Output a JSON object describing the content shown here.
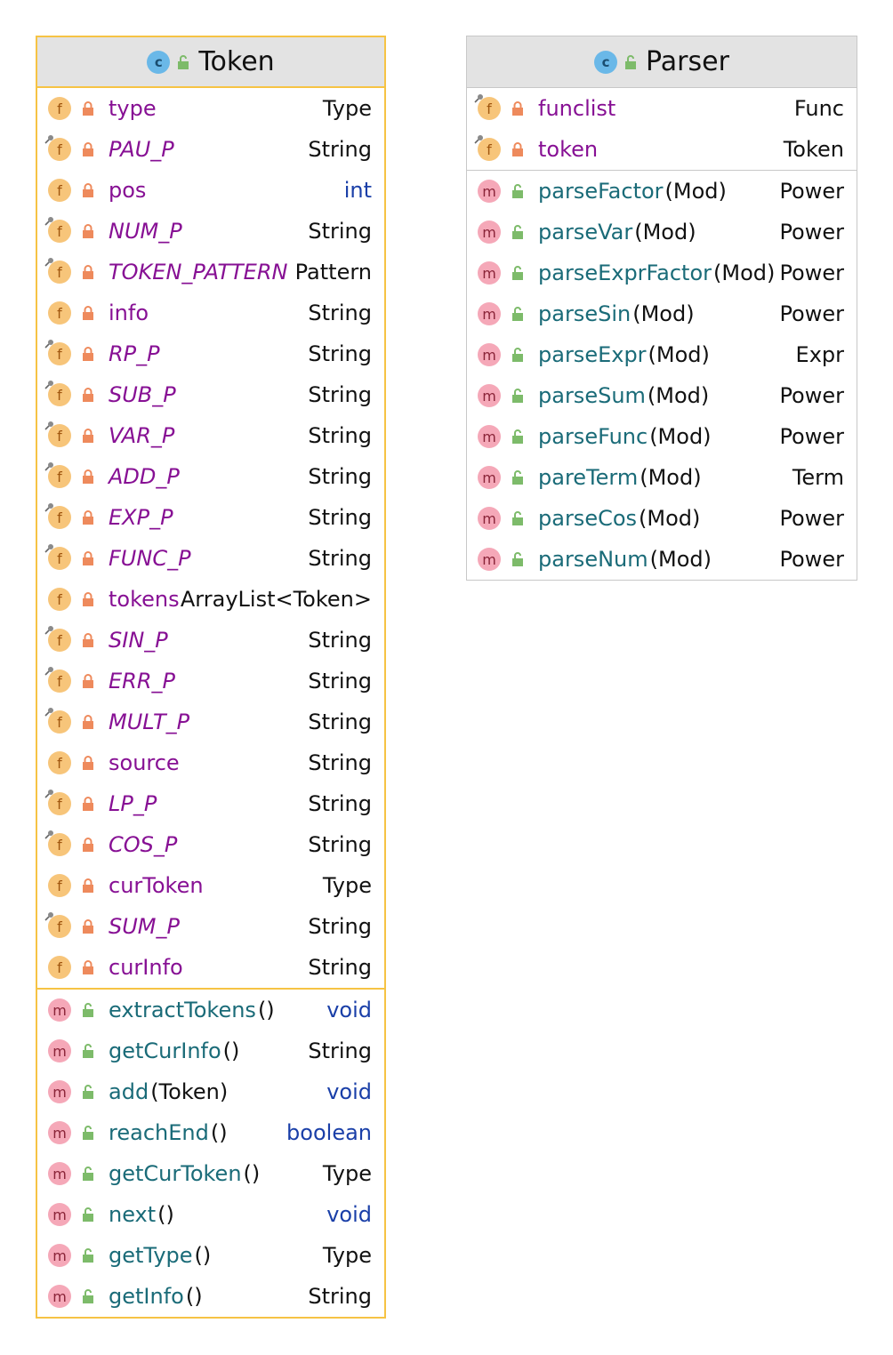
{
  "token_class": {
    "kind_icon": "class-icon",
    "kind_letter": "c",
    "title": "Token",
    "fields": [
      {
        "name": "type",
        "type": "Type",
        "static": false
      },
      {
        "name": "PAU_P",
        "type": "String",
        "static": true
      },
      {
        "name": "pos",
        "type": "int",
        "static": false,
        "type_kw": true
      },
      {
        "name": "NUM_P",
        "type": "String",
        "static": true
      },
      {
        "name": "TOKEN_PATTERN",
        "type": "Pattern",
        "static": true
      },
      {
        "name": "info",
        "type": "String",
        "static": false
      },
      {
        "name": "RP_P",
        "type": "String",
        "static": true
      },
      {
        "name": "SUB_P",
        "type": "String",
        "static": true
      },
      {
        "name": "VAR_P",
        "type": "String",
        "static": true
      },
      {
        "name": "ADD_P",
        "type": "String",
        "static": true
      },
      {
        "name": "EXP_P",
        "type": "String",
        "static": true
      },
      {
        "name": "FUNC_P",
        "type": "String",
        "static": true
      },
      {
        "name": "tokens",
        "type": "ArrayList<Token>",
        "static": false
      },
      {
        "name": "SIN_P",
        "type": "String",
        "static": true
      },
      {
        "name": "ERR_P",
        "type": "String",
        "static": true
      },
      {
        "name": "MULT_P",
        "type": "String",
        "static": true
      },
      {
        "name": "source",
        "type": "String",
        "static": false
      },
      {
        "name": "LP_P",
        "type": "String",
        "static": true
      },
      {
        "name": "COS_P",
        "type": "String",
        "static": true
      },
      {
        "name": "curToken",
        "type": "Type",
        "static": false
      },
      {
        "name": "SUM_P",
        "type": "String",
        "static": true
      },
      {
        "name": "curInfo",
        "type": "String",
        "static": false
      }
    ],
    "methods": [
      {
        "name": "extractTokens",
        "params": "()",
        "type": "void",
        "type_kw": true
      },
      {
        "name": "getCurInfo",
        "params": "()",
        "type": "String"
      },
      {
        "name": "add",
        "params": "(Token)",
        "type": "void",
        "type_kw": true
      },
      {
        "name": "reachEnd",
        "params": "()",
        "type": "boolean",
        "type_kw": true
      },
      {
        "name": "getCurToken",
        "params": "()",
        "type": "Type"
      },
      {
        "name": "next",
        "params": "()",
        "type": "void",
        "type_kw": true
      },
      {
        "name": "getType",
        "params": "()",
        "type": "Type"
      },
      {
        "name": "getInfo",
        "params": "()",
        "type": "String"
      }
    ]
  },
  "parser_class": {
    "kind_icon": "class-icon",
    "kind_letter": "c",
    "title": "Parser",
    "fields": [
      {
        "name": "funclist",
        "type": "Func",
        "static": false,
        "final": true
      },
      {
        "name": "token",
        "type": "Token",
        "static": false,
        "final": true
      }
    ],
    "methods": [
      {
        "name": "parseFactor",
        "params": "(Mod)",
        "type": "Power"
      },
      {
        "name": "parseVar",
        "params": "(Mod)",
        "type": "Power"
      },
      {
        "name": "parseExprFactor",
        "params": "(Mod)",
        "type": "Power"
      },
      {
        "name": "parseSin",
        "params": "(Mod)",
        "type": "Power"
      },
      {
        "name": "parseExpr",
        "params": "(Mod)",
        "type": "Expr"
      },
      {
        "name": "parseSum",
        "params": "(Mod)",
        "type": "Power"
      },
      {
        "name": "parseFunc",
        "params": "(Mod)",
        "type": "Power"
      },
      {
        "name": "pareTerm",
        "params": "(Mod)",
        "type": "Term"
      },
      {
        "name": "parseCos",
        "params": "(Mod)",
        "type": "Power"
      },
      {
        "name": "parseNum",
        "params": "(Mod)",
        "type": "Power"
      }
    ]
  },
  "icons": {
    "field_badge": "field-icon",
    "field_letter": "f",
    "method_badge": "method-icon",
    "method_letter": "m",
    "private_lock": "private-lock-icon",
    "public_lock": "public-unlock-icon",
    "static_pin": "static-pin-icon"
  },
  "colors": {
    "token_border": "#f6c344",
    "header_bg": "#e3e3e3",
    "field_name": "#871094",
    "method_name": "#1a6b78",
    "keyword_type": "#1a3fa8",
    "private_lock": "#ee8a5c",
    "public_lock": "#7dbb6a"
  }
}
